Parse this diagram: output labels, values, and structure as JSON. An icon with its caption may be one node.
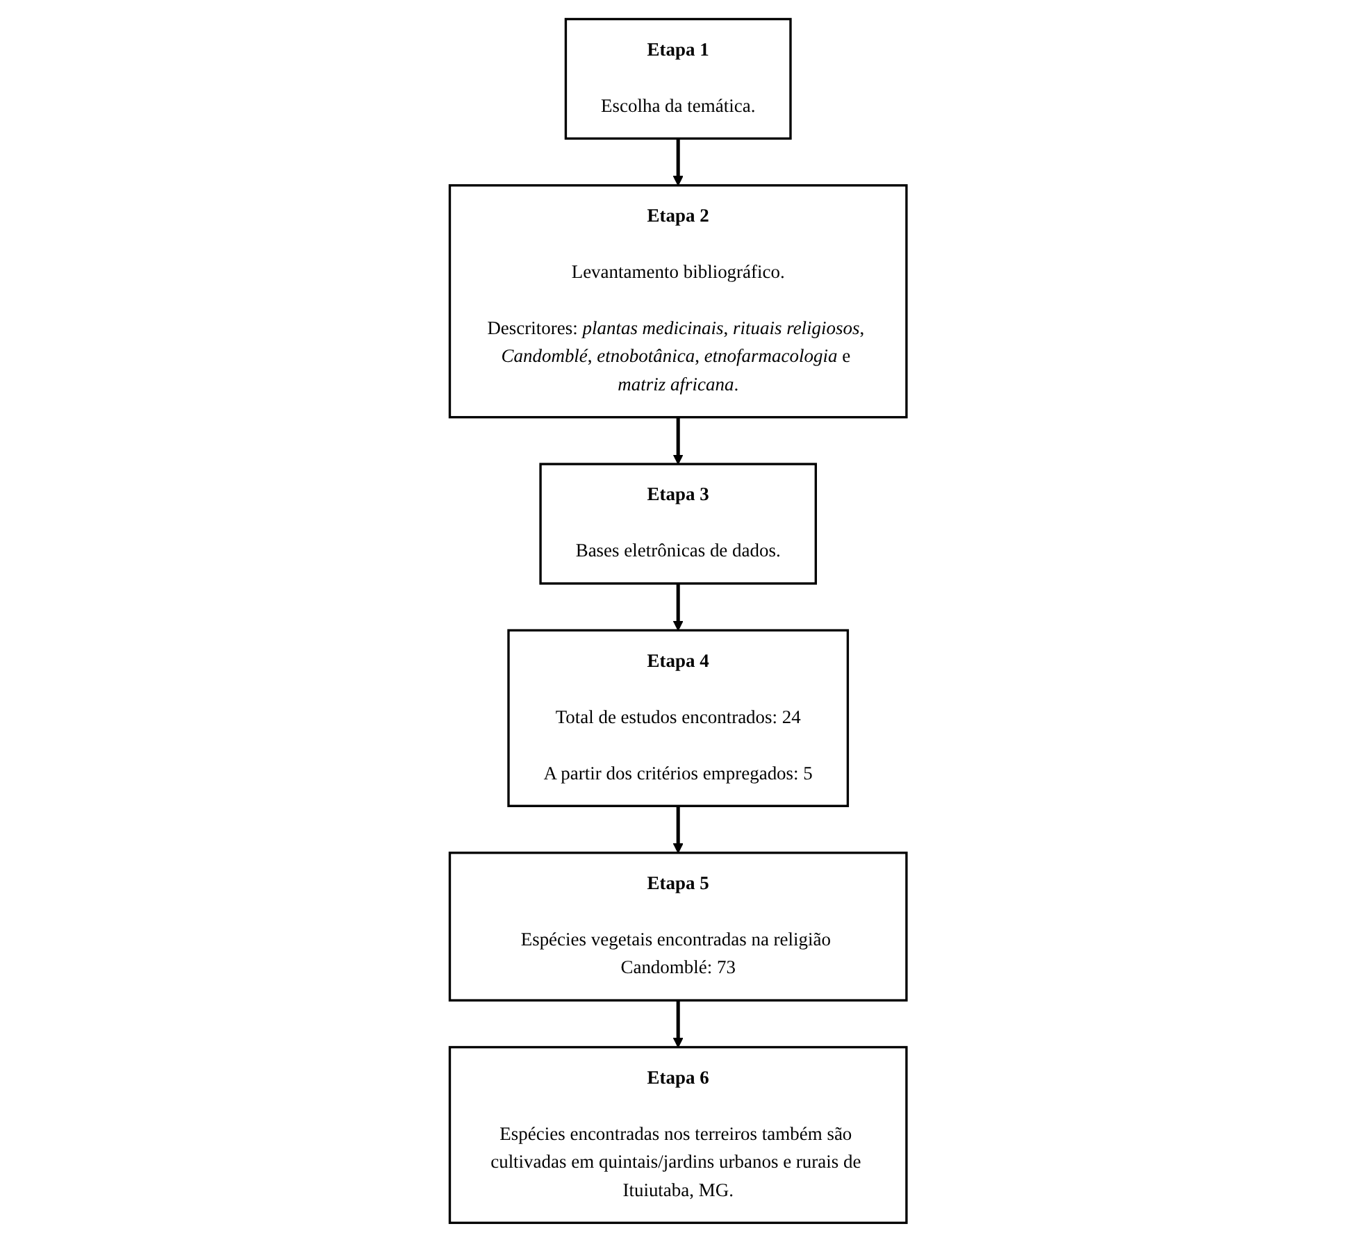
{
  "diagram": {
    "nodes": [
      {
        "text": [
          "Etapa 1",
          "Escolha da temática."
        ]
      },
      {
        "text": [
          "Etapa 2",
          "Levantamento bibliográfico.",
          "Descritores: *plantas medicinais*, *rituais religiosos*, *Candomblé*, *etnobotânica*, *etnofarmacologia* e *matriz africana*."
        ]
      },
      {
        "text": [
          "Etapa 3",
          "Bases eletrônicas de dados."
        ]
      },
      {
        "text": [
          "Etapa 4",
          "Total de estudos encontrados: 24",
          "A partir dos critérios empregados: 5"
        ]
      },
      {
        "text": [
          "Etapa 5",
          "Espécies vegetais encontradas na religião Candomblé: 73"
        ]
      },
      {
        "text": [
          "Etapa 6",
          "Espécies encontradas nos terreiros também são cultivadas em quintais/jardins urbanos e rurais de Ituiutaba, MG."
        ]
      }
    ],
    "edges": [
      {
        "from": 0,
        "to": 1,
        "arrow": "to"
      },
      {
        "from": 1,
        "to": 2,
        "arrow": "to"
      },
      {
        "from": 2,
        "to": 3,
        "arrow": "to"
      },
      {
        "from": 3,
        "to": 4,
        "arrow": "to"
      },
      {
        "from": 4,
        "to": 5,
        "arrow": "to"
      }
    ]
  }
}
